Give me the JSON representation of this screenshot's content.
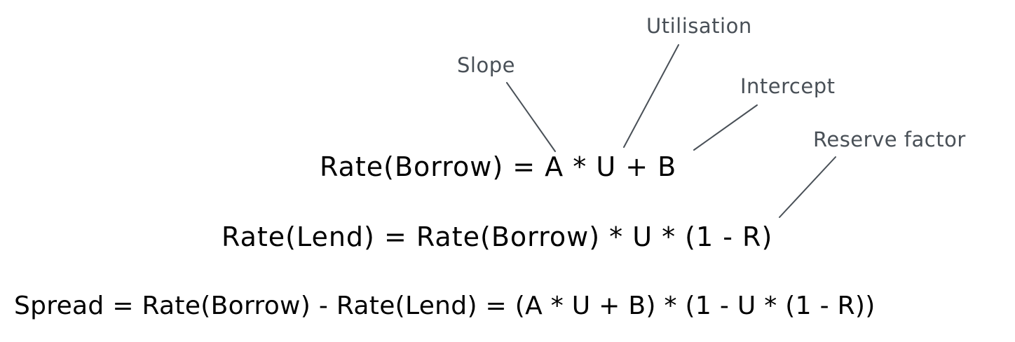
{
  "equations": {
    "borrow": "Rate(Borrow) = A * U + B",
    "lend": "Rate(Lend) = Rate(Borrow) * U * (1 - R)",
    "spread": "Spread = Rate(Borrow) - Rate(Lend) = (A * U + B) * (1 - U * (1 - R))"
  },
  "annotations": {
    "slope": "Slope",
    "utilisation": "Utilisation",
    "intercept": "Intercept",
    "reserve_factor": "Reserve factor"
  },
  "colors": {
    "equation_text": "#000000",
    "annotation_text": "#495057",
    "leader_line": "#495057",
    "background": "#ffffff"
  }
}
